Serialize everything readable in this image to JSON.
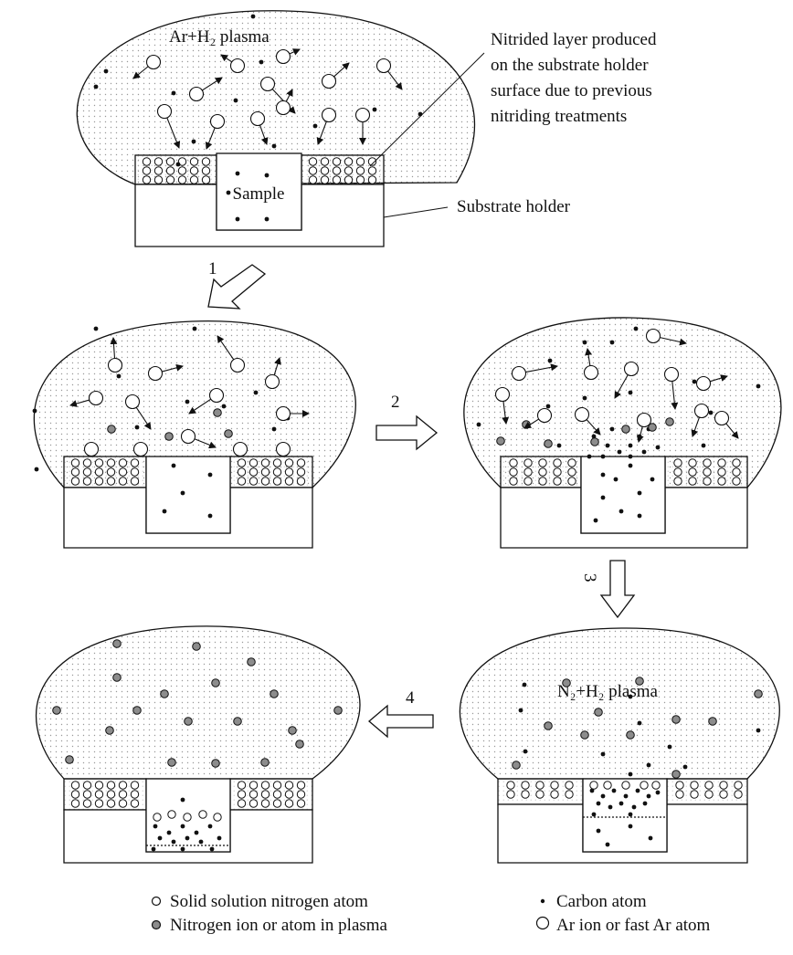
{
  "labels": {
    "plasma_top": "Ar+H₂ plasma",
    "plasma_bottom": "N₂+H₂ plasma",
    "sample": "Sample",
    "substrate_holder": "Substrate holder",
    "nitrided_layer_note": [
      "Nitrided  layer  produced",
      "on  the  substrate  holder",
      "surface  due  to  previous",
      "nitriding treatments"
    ]
  },
  "steps": [
    "1",
    "2",
    "3",
    "4"
  ],
  "legend": [
    {
      "icon": "small-open-circle-icon",
      "text": "Solid solution nitrogen atom"
    },
    {
      "icon": "carbon-dot-icon",
      "text": "Carbon atom"
    },
    {
      "icon": "grey-filled-circle-icon",
      "text": "Nitrogen ion or atom in plasma"
    },
    {
      "icon": "large-open-circle-icon",
      "text": "Ar ion or fast Ar atom"
    }
  ],
  "colors": {
    "plasma_dots": "#9a9a9a",
    "nitrogen_fill": "#8c8c8c",
    "line": "#111111"
  }
}
